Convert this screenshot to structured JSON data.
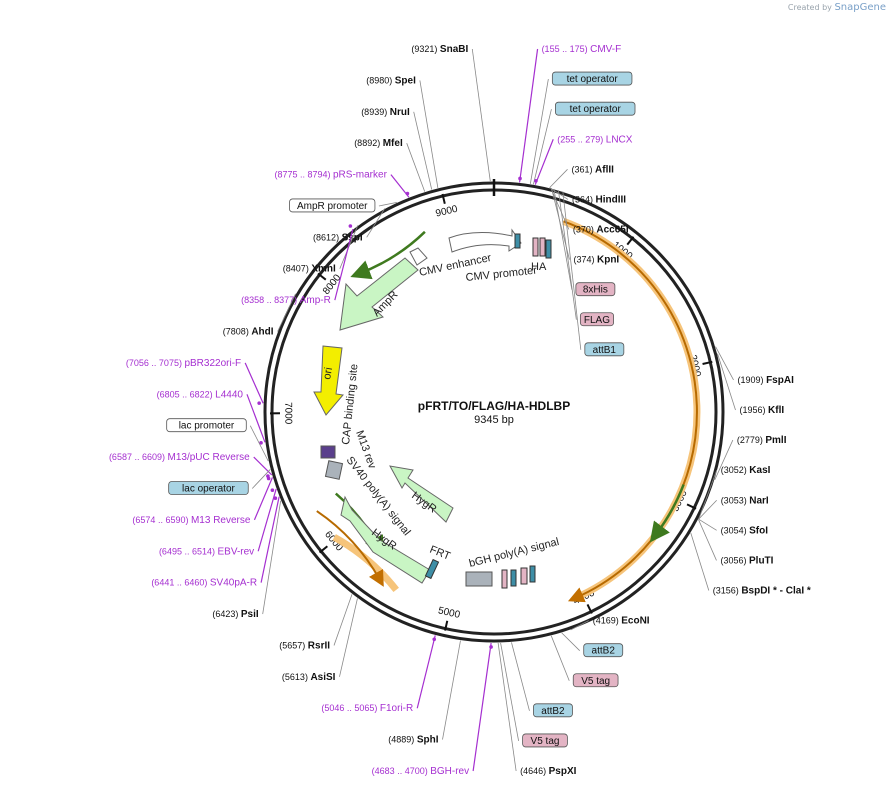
{
  "credit": {
    "prefix": "Created by",
    "brand": "SnapGene"
  },
  "plasmid": {
    "name": "pFRT/TO/FLAG/HA-HDLBP",
    "size": "9345 bp",
    "total": 9345
  },
  "ticks": [
    {
      "pos": 1000,
      "label": "1000"
    },
    {
      "pos": 2000,
      "label": "2000"
    },
    {
      "pos": 3000,
      "label": "3000"
    },
    {
      "pos": 4000,
      "label": "4000"
    },
    {
      "pos": 5000,
      "label": "5000"
    },
    {
      "pos": 6000,
      "label": "6000"
    },
    {
      "pos": 7000,
      "label": "7000"
    },
    {
      "pos": 8000,
      "label": "8000"
    },
    {
      "pos": 9000,
      "label": "9000"
    }
  ],
  "colors": {
    "orange": "#f3a531",
    "green": "#5fa53a",
    "ampr": "#c9f5c4",
    "ori": "#f3ee00",
    "primer": "#a52fd0",
    "box_blue": "#a8d4e4",
    "box_pink": "#e3b4c4"
  },
  "left_labels": [
    {
      "coord": "(9321)",
      "name": "SnaBI",
      "type": "site",
      "pos": 9321
    },
    {
      "coord": "(8980)",
      "name": "SpeI",
      "type": "site",
      "pos": 8980
    },
    {
      "coord": "(8939)",
      "name": "NruI",
      "type": "site",
      "pos": 8939
    },
    {
      "coord": "(8892)",
      "name": "MfeI",
      "type": "site",
      "pos": 8892
    },
    {
      "coord": "(8775 .. 8794)",
      "name": "pRS-marker",
      "type": "primer",
      "pos": 8784
    },
    {
      "coord": "",
      "name": "AmpR promoter",
      "type": "box_white",
      "pos": 8700
    },
    {
      "coord": "(8612)",
      "name": "SspI",
      "type": "site",
      "pos": 8612
    },
    {
      "coord": "(8407)",
      "name": "XmnI",
      "type": "site",
      "pos": 8407
    },
    {
      "coord": "(8358 .. 8377)",
      "name": "Amp-R",
      "type": "primer",
      "pos": 8367
    },
    {
      "coord": "(7808)",
      "name": "AhdI",
      "type": "site",
      "pos": 7808
    },
    {
      "coord": "(7056 .. 7075)",
      "name": "pBR322ori-F",
      "type": "primer",
      "pos": 7065
    },
    {
      "coord": "(6805 .. 6822)",
      "name": "L4440",
      "type": "primer",
      "pos": 6813
    },
    {
      "coord": "",
      "name": "lac promoter",
      "type": "box_white",
      "pos": 6690
    },
    {
      "coord": "(6587 .. 6609)",
      "name": "M13/pUC Reverse",
      "type": "primer",
      "pos": 6598
    },
    {
      "coord": "",
      "name": "lac operator",
      "type": "box_blue",
      "pos": 6635
    },
    {
      "coord": "(6574 .. 6590)",
      "name": "M13 Reverse",
      "type": "primer",
      "pos": 6582
    },
    {
      "coord": "(6495 .. 6514)",
      "name": "EBV-rev",
      "type": "primer",
      "pos": 6504
    },
    {
      "coord": "(6441 .. 6460)",
      "name": "SV40pA-R",
      "type": "primer",
      "pos": 6450
    },
    {
      "coord": "(6423)",
      "name": "PsiI",
      "type": "site",
      "pos": 6423
    },
    {
      "coord": "(5657)",
      "name": "RsrII",
      "type": "site",
      "pos": 5657
    },
    {
      "coord": "(5613)",
      "name": "AsiSI",
      "type": "site",
      "pos": 5613
    },
    {
      "coord": "(5046 .. 5065)",
      "name": "F1ori-R",
      "type": "primer",
      "pos": 5055
    },
    {
      "coord": "(4889)",
      "name": "SphI",
      "type": "site",
      "pos": 4889
    },
    {
      "coord": "(4683 .. 4700)",
      "name": "BGH-rev",
      "type": "primer",
      "pos": 4691
    }
  ],
  "right_labels": [
    {
      "coord": "(155 .. 175)",
      "name": "CMV-F",
      "type": "primer",
      "pos": 165
    },
    {
      "coord": "",
      "name": "tet operator",
      "type": "box_blue",
      "pos": 235
    },
    {
      "coord": "",
      "name": "tet operator",
      "type": "box_blue",
      "pos": 255
    },
    {
      "coord": "(255 .. 279)",
      "name": "LNCX",
      "type": "primer",
      "pos": 267
    },
    {
      "coord": "(361)",
      "name": "AflII",
      "type": "site",
      "pos": 361
    },
    {
      "coord": "(364)",
      "name": "HindIII",
      "type": "site",
      "pos": 364
    },
    {
      "coord": "(370)",
      "name": "Acc65I",
      "type": "site",
      "pos": 370
    },
    {
      "coord": "(374)",
      "name": "KpnI",
      "type": "site",
      "pos": 374
    },
    {
      "coord": "",
      "name": "8xHis",
      "type": "box_pink",
      "pos": 390
    },
    {
      "coord": "",
      "name": "FLAG",
      "type": "box_pink",
      "pos": 420
    },
    {
      "coord": "",
      "name": "attB1",
      "type": "box_blue",
      "pos": 450
    },
    {
      "coord": "(1909)",
      "name": "FspAI",
      "type": "site",
      "pos": 1909
    },
    {
      "coord": "(1956)",
      "name": "KflI",
      "type": "site",
      "pos": 1956
    },
    {
      "coord": "(2779)",
      "name": "PmlI",
      "type": "site",
      "pos": 2779
    },
    {
      "coord": "(3052)",
      "name": "KasI",
      "type": "site",
      "pos": 3052
    },
    {
      "coord": "(3053)",
      "name": "NarI",
      "type": "site",
      "pos": 3053
    },
    {
      "coord": "(3054)",
      "name": "SfoI",
      "type": "site",
      "pos": 3054
    },
    {
      "coord": "(3056)",
      "name": "PluTI",
      "type": "site",
      "pos": 3056
    },
    {
      "coord": "(3156)",
      "name": "BspDI * - ClaI *",
      "type": "site",
      "pos": 3156
    },
    {
      "coord": "(4169)",
      "name": "EcoNI",
      "type": "site",
      "pos": 4169
    },
    {
      "coord": "",
      "name": "attB2",
      "type": "box_blue",
      "pos": 4230
    },
    {
      "coord": "",
      "name": "V5 tag",
      "type": "box_pink",
      "pos": 4300
    },
    {
      "coord": "",
      "name": "attB2",
      "type": "box_blue",
      "pos": 4560
    },
    {
      "coord": "",
      "name": "V5 tag",
      "type": "box_pink",
      "pos": 4630
    },
    {
      "coord": "(4646)",
      "name": "PspXI",
      "type": "site",
      "pos": 4646
    }
  ],
  "inner_labels": [
    {
      "text": "CMV enhancer"
    },
    {
      "text": "CMV promoter"
    },
    {
      "text": "HA"
    },
    {
      "text": "AmpR"
    },
    {
      "text": "ori"
    },
    {
      "text": "CAP binding site"
    },
    {
      "text": "M13 rev"
    },
    {
      "text": "SV40 poly(A) signal"
    },
    {
      "text": "HygR"
    },
    {
      "text": "HygR"
    },
    {
      "text": "FRT"
    },
    {
      "text": "bGH poly(A) signal"
    }
  ]
}
